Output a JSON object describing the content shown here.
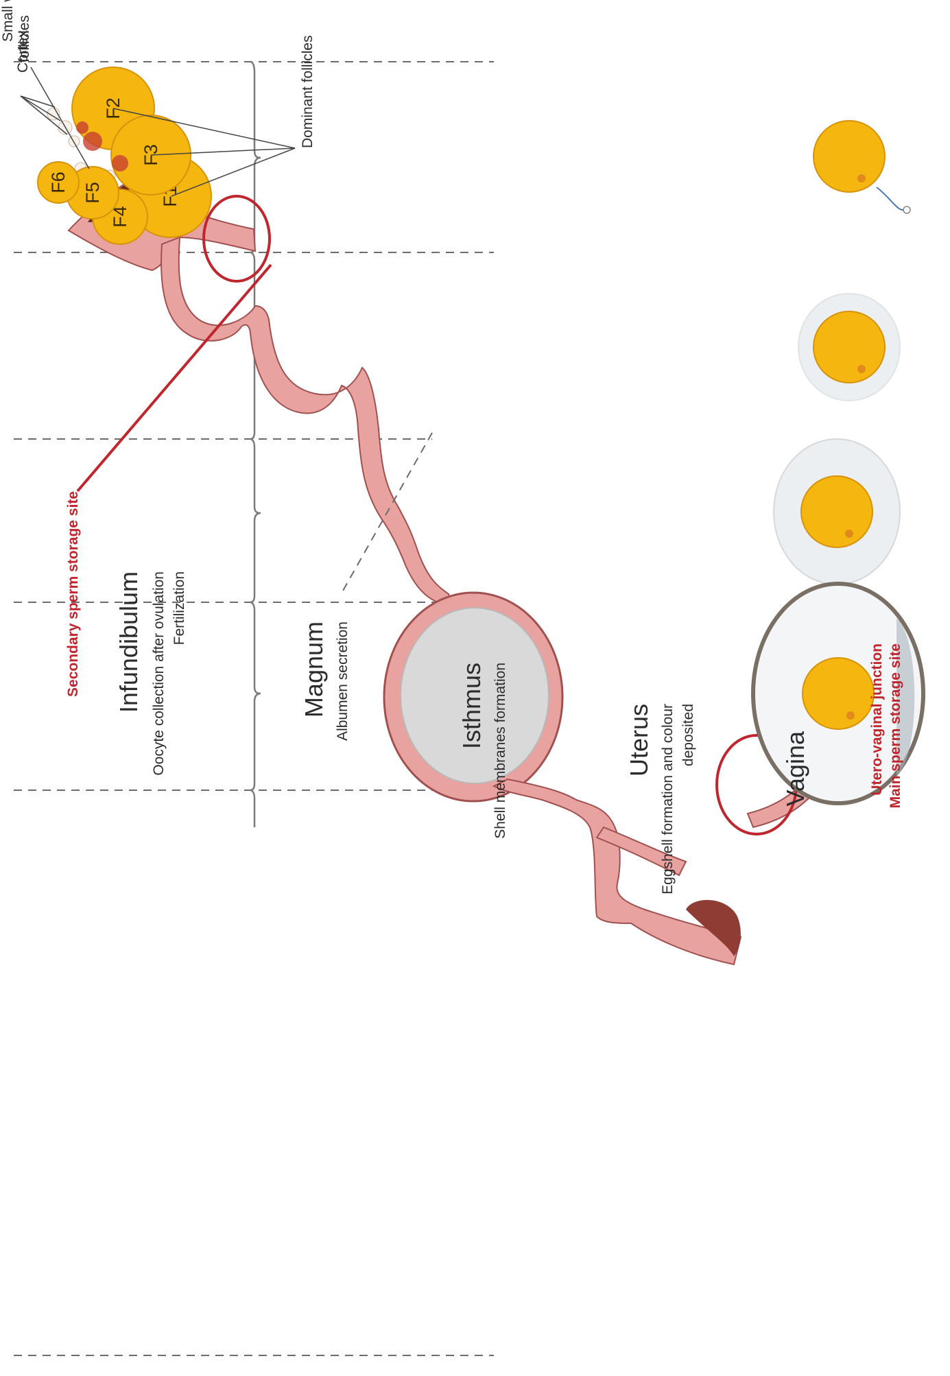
{
  "colors": {
    "tract_fill": "#e8a3a0",
    "tract_stroke": "#a0504f",
    "yolk": "#f5b70f",
    "yolk_edge": "#d7920a",
    "white_follicle": "#f7f1ea",
    "highlight_red": "#c0262d",
    "shell_outline": "#7a6f64",
    "albumen": "#eceff1",
    "cortex": "#6a2a17"
  },
  "labels": {
    "cortex": "Cortex",
    "small_white_follicles": "Small white follicles",
    "dominant_follicles": "Dominant follicles",
    "secondary_sperm_storage": "Secondary sperm storage site",
    "utero_vaginal_junction": "Utero-vaginal junction",
    "main_sperm_storage": "Main sperm storage site"
  },
  "follicles": [
    "F1",
    "F2",
    "F3",
    "F4",
    "F5",
    "F6"
  ],
  "sections": [
    {
      "name": "Infundibulum",
      "desc1": "Oocyte collection after ovulation",
      "desc2": "Fertilization"
    },
    {
      "name": "Magnum",
      "desc1": "Albumen secretion",
      "desc2": ""
    },
    {
      "name": "Isthmus",
      "desc1": "Shell membranes formation",
      "desc2": ""
    },
    {
      "name": "Uterus",
      "desc1": "Eggshell formation and colour",
      "desc2": "deposited"
    },
    {
      "name": "Vagina",
      "desc1": "",
      "desc2": ""
    }
  ],
  "eggs": [
    {
      "stage": "Infundibulum",
      "albumen": false,
      "membrane": false,
      "shell": false
    },
    {
      "stage": "Magnum",
      "albumen": true,
      "membrane": false,
      "shell": false
    },
    {
      "stage": "Isthmus",
      "albumen": true,
      "membrane": true,
      "shell": false
    },
    {
      "stage": "Uterus",
      "albumen": true,
      "membrane": true,
      "shell": true
    }
  ]
}
